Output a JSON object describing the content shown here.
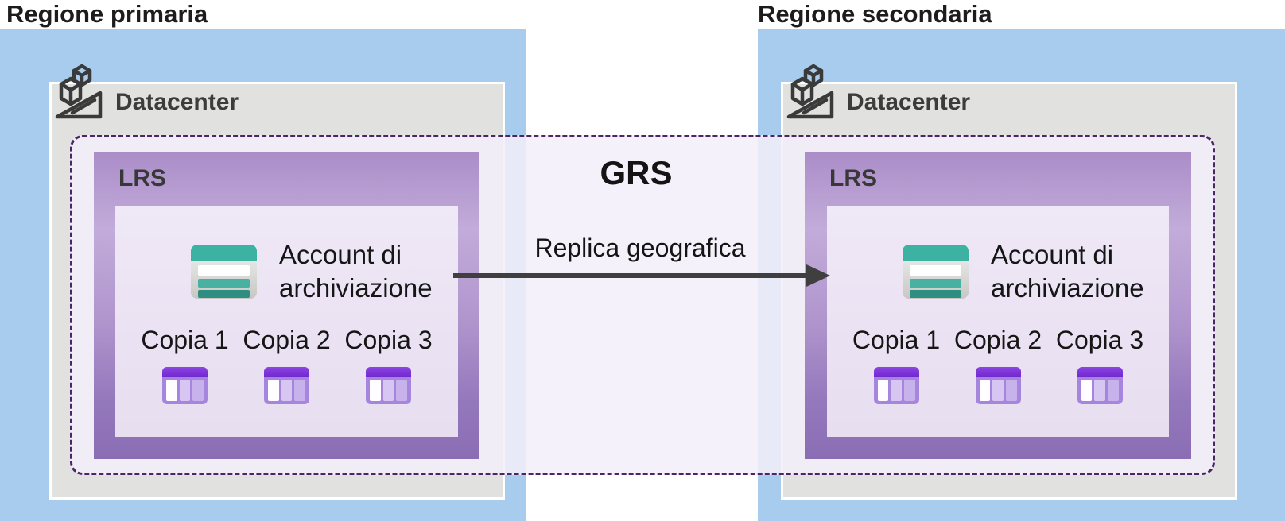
{
  "diagram": {
    "grs_label": "GRS",
    "replication_label": "Replica geografica"
  },
  "regions": [
    {
      "title": "Regione primaria",
      "datacenter_label": "Datacenter",
      "lrs_label": "LRS",
      "account_label": "Account di archiviazione",
      "copies": [
        "Copia 1",
        "Copia 2",
        "Copia 3"
      ]
    },
    {
      "title": "Regione secondaria",
      "datacenter_label": "Datacenter",
      "lrs_label": "LRS",
      "account_label": "Account di archiviazione",
      "copies": [
        "Copia 1",
        "Copia 2",
        "Copia 3"
      ]
    }
  ],
  "colors": {
    "region_blue": "#a8ccee",
    "datacenter_gray": "#e1e1e0",
    "lrs_purple_top": "#ab8dc8",
    "lrs_purple_bottom": "#8a6db3",
    "inner_lavender": "#ece4f4",
    "grs_fill": "#f3effa",
    "grs_dashed_border": "#4b2566",
    "arrow": "#3f3f3f",
    "storage_teal": "#3cb2a3",
    "copy_header_purple": "#7d36d4"
  }
}
